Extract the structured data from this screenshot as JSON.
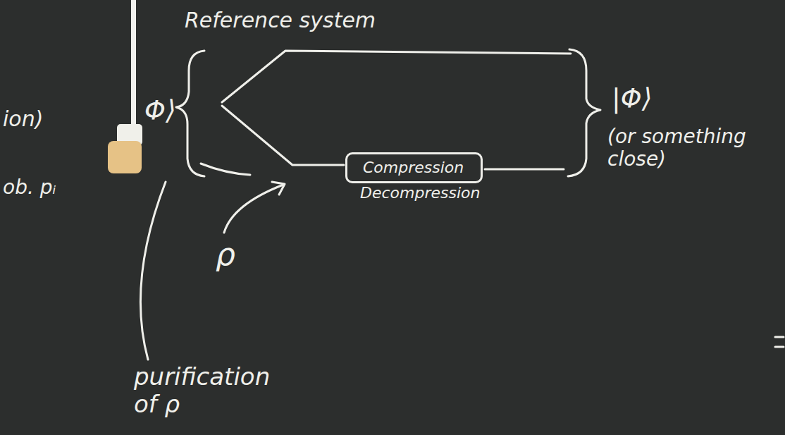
{
  "diagram": {
    "nodes": [
      {
        "text": [
          "Compression",
          "Decompression"
        ]
      }
    ],
    "labels": [
      "ion)",
      "ob. pᵢ",
      "Φ⟩",
      "Reference system",
      "|Φ⟩",
      "(or something close)",
      "ρ",
      "purification of ρ"
    ]
  }
}
